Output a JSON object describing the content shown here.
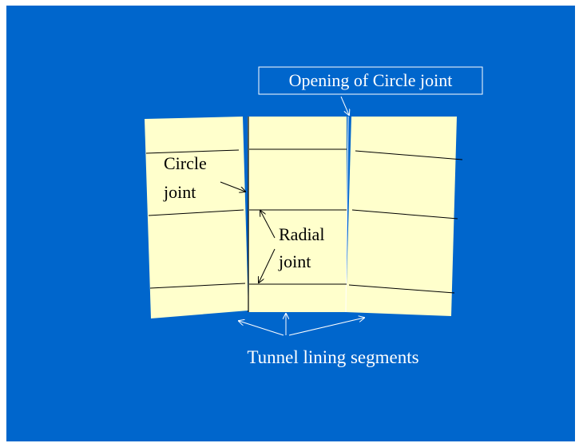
{
  "colors": {
    "page": "#ffffff",
    "slide_background": "#0066cc",
    "segment_fill": "#ffffcc",
    "joint_line": "#000000",
    "white_text": "#ffffff",
    "black_text": "#000000"
  },
  "labels": {
    "opening": "Opening of Circle joint",
    "circle_joint_line1": "Circle",
    "circle_joint_line2": "joint",
    "radial_joint_line1": "Radial",
    "radial_joint_line2": "joint",
    "segments": "Tunnel lining segments"
  }
}
